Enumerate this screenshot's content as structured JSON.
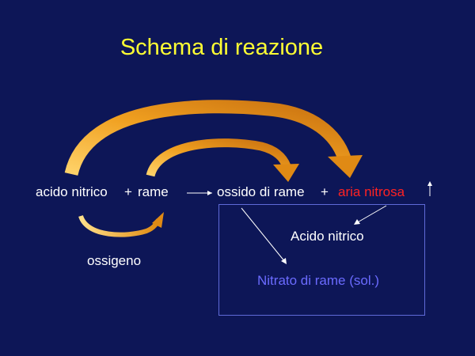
{
  "title": "Schema di reazione",
  "reactants": {
    "acid": "acido nitrico",
    "plus": "+",
    "metal": "rame"
  },
  "products": {
    "oxide": "ossido di rame",
    "plus": "+",
    "gas": "aria nitrosa",
    "gas_arrow": "↑"
  },
  "byproduct": "ossigeno",
  "box": {
    "acid": "Acido nitrico",
    "nitrate": "Nitrato di rame (sol.)"
  },
  "colors": {
    "background": "#0d1657",
    "title": "#ffff33",
    "gas_label": "#ff2222",
    "nitrate_label": "#6b6bff",
    "arrow_orange": "#f0a020"
  }
}
